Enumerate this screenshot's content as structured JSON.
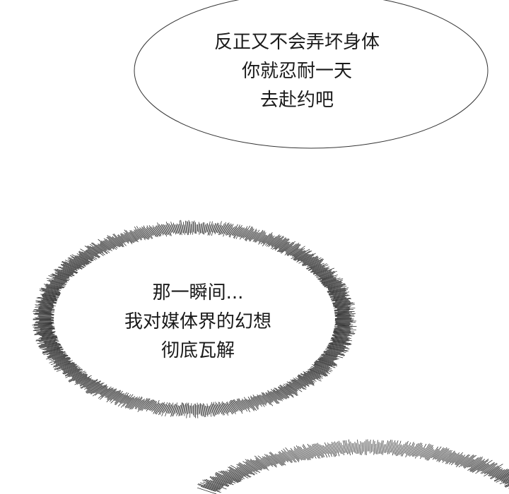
{
  "bubbles": [
    {
      "style": "smooth",
      "lines": [
        "反正又不会弄坏身体",
        "你就忍耐一天",
        "去赴约吧"
      ]
    },
    {
      "style": "spiky",
      "lines": [
        "那一瞬间...",
        "我对媒体界的幻想",
        "彻底瓦解"
      ]
    },
    {
      "style": "spiky",
      "lines": []
    }
  ],
  "colors": {
    "ink": "#1a1a1a",
    "background": "#ffffff"
  }
}
